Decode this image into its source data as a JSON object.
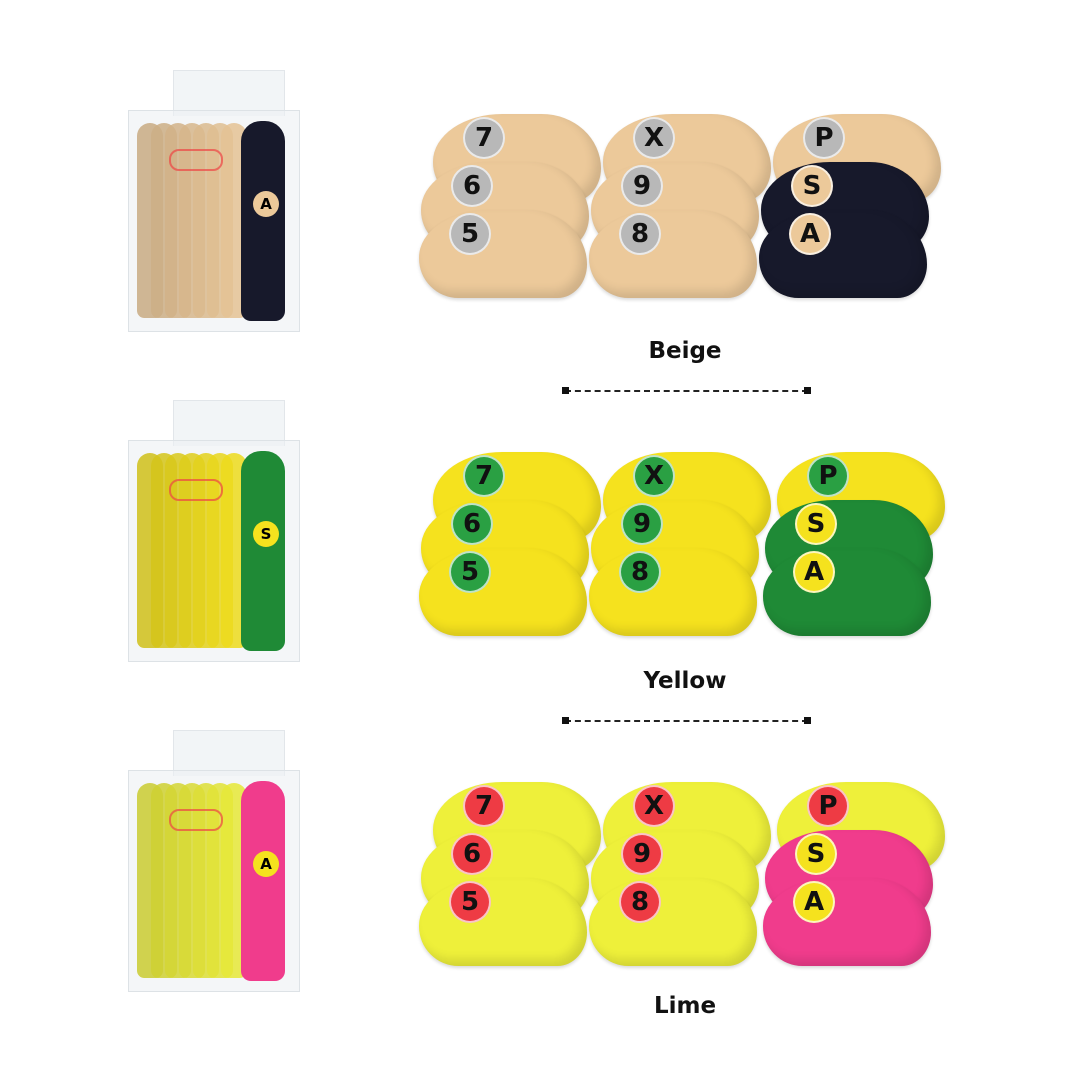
{
  "sections": [
    {
      "name": "Beige",
      "body": "#ecc99a",
      "accent": "#17192b",
      "badge": "#b8b8b8",
      "accent_badge": "#ecc99a",
      "labels": [
        "7",
        "X",
        "P",
        "6",
        "9",
        "S",
        "5",
        "8",
        "A"
      ],
      "box_badge": "A"
    },
    {
      "name": "Yellow",
      "body": "#f5e21e",
      "accent": "#1f8a36",
      "badge": "#2aa043",
      "accent_badge": "#f5e21e",
      "labels": [
        "7",
        "X",
        "P",
        "6",
        "9",
        "S",
        "5",
        "8",
        "A"
      ],
      "box_badge": "S"
    },
    {
      "name": "Lime",
      "body": "#eef03a",
      "accent": "#f03c8c",
      "badge": "#ee3b44",
      "accent_badge": "#f5e21e",
      "labels": [
        "7",
        "X",
        "P",
        "6",
        "9",
        "S",
        "5",
        "8",
        "A"
      ],
      "box_badge": "A"
    }
  ]
}
